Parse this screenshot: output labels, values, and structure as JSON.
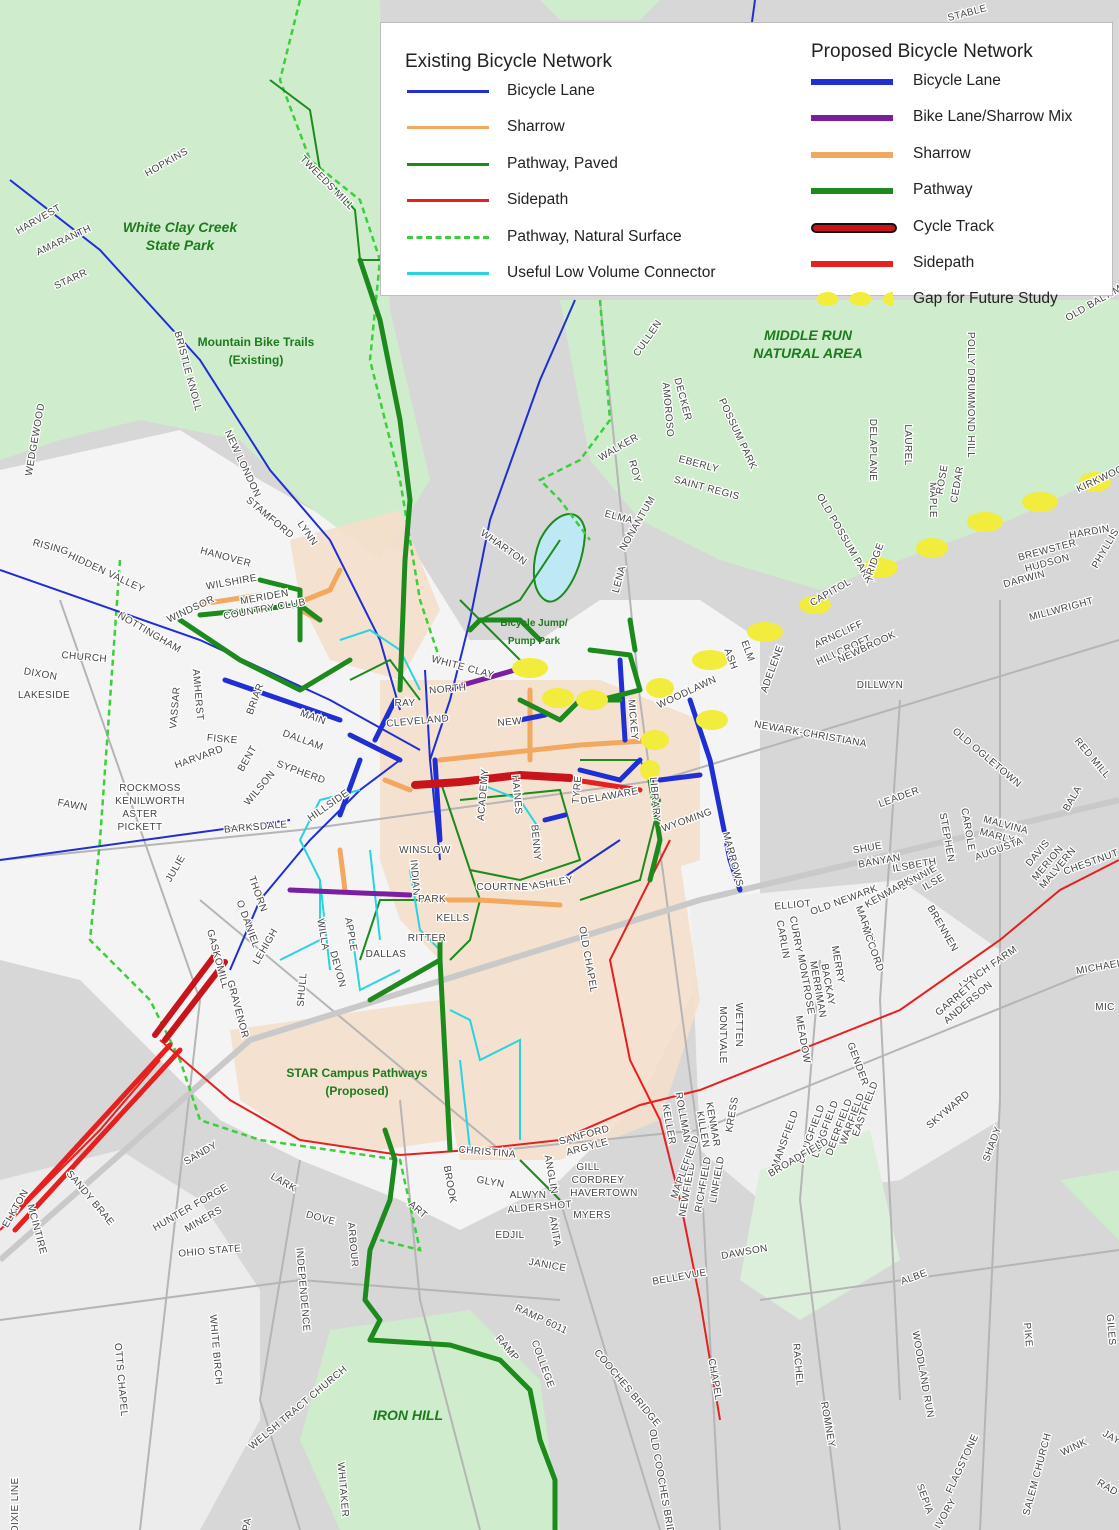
{
  "legend": {
    "existing_title": "Existing Bicycle Network",
    "proposed_title": "Proposed Bicycle Network",
    "existing": [
      {
        "label": "Bicycle Lane",
        "color": "#1f2fd1",
        "style": "thin"
      },
      {
        "label": "Sharrow",
        "color": "#f3a860",
        "style": "thin"
      },
      {
        "label": "Pathway, Paved",
        "color": "#1c8a1c",
        "style": "thin"
      },
      {
        "label": "Sidepath",
        "color": "#e52020",
        "style": "thin"
      },
      {
        "label": "Pathway, Natural Surface",
        "color": "#3ccf3c",
        "style": "dashed"
      },
      {
        "label": "Useful Low Volume Connector",
        "color": "#29d3e0",
        "style": "thin"
      }
    ],
    "proposed": [
      {
        "label": "Bicycle Lane",
        "color": "#1f2fd1",
        "style": "thick"
      },
      {
        "label": "Bike Lane/Sharrow Mix",
        "color": "#7a1fa0",
        "style": "thick"
      },
      {
        "label": "Sharrow",
        "color": "#f3a860",
        "style": "thick"
      },
      {
        "label": "Pathway",
        "color": "#1c8a1c",
        "style": "thick"
      },
      {
        "label": "Cycle Track",
        "color": "#c8141a",
        "style": "track"
      },
      {
        "label": "Sidepath",
        "color": "#e52020",
        "style": "thick"
      },
      {
        "label": "Gap for Future Study",
        "color": "#f2ec3c",
        "style": "dots"
      }
    ]
  },
  "areas": {
    "white_clay": "White Clay Creek\nState Park",
    "mtb": "Mountain Bike Trails\n(Existing)",
    "middle_run": "MIDDLE RUN\nNATURAL AREA",
    "bicycle_jump": "Bicycle Jump/\nPump Park",
    "star": "STAR Campus Pathways\n(Proposed)",
    "iron_hill": "IRON HILL"
  },
  "streets": [
    "HOPKINS",
    "HARVEST",
    "AMARANTH",
    "STARR",
    "TWEEDS MILL",
    "BRISTLE KNOLL",
    "NEW LONDON",
    "WEDGEWOOD",
    "STAMFORD",
    "LYNN",
    "RISING",
    "HIDDEN VALLEY",
    "HANOVER",
    "WILSHIRE",
    "MERIDEN",
    "COUNTRY CLUB",
    "WINDSOR",
    "NOTTINGHAM",
    "CHURCH",
    "DIXON",
    "LAKESIDE",
    "VASSAR",
    "AMHERST",
    "BRIAR",
    "MAIN",
    "DALLAM",
    "FISKE",
    "HARVARD",
    "BENT",
    "WILSON",
    "SYPHERD",
    "ROCKMOSS",
    "KENILWORTH",
    "ASTER",
    "PICKETT",
    "FAWN",
    "BARKSDALE",
    "JULIE",
    "HILLSIDE",
    "THORN",
    "O DANIEL",
    "LEHIGH",
    "GASKOMILL",
    "GRAVENOR",
    "WILLA",
    "APPLE",
    "DEVON",
    "SHULL",
    "RAY",
    "NORTH",
    "CLEVELAND",
    "WHITE CLAY",
    "NEW",
    "WINSLOW",
    "INDIAN",
    "PARK",
    "KELLS",
    "RITTER",
    "DALLAS",
    "ACADEMY",
    "HAINES",
    "BENNY",
    "TYRE",
    "DELAWARE",
    "LIBRARY",
    "COURTNEY",
    "ASHLEY",
    "WYOMING",
    "MARROWS",
    "OLD CHAPEL",
    "WHARTON",
    "CULLEN",
    "AMOROSO",
    "DECKER",
    "POSSUM PARK",
    "WALKER",
    "ROY",
    "ELMA",
    "NONANTUM",
    "LENA",
    "EBERLY",
    "SAINT REGIS",
    "OLD POSSUM PARK",
    "RIDGE",
    "CAPITOL",
    "DELAPLANE",
    "LAUREL",
    "MAPLE",
    "ROSE",
    "CEDAR",
    "POLLY DRUMMOND HILL",
    "BREWSTER",
    "HUDSON",
    "DARWIN",
    "HARDIN",
    "PHYLLIS",
    "KIRKWOOD",
    "MILLWRIGHT",
    "ASH",
    "ELM",
    "ADELENE",
    "WOODLAWN",
    "ARNCLIFF",
    "HILLCROFT",
    "NEWBROOK",
    "DILLWYN",
    "MICKEY",
    "NEWARK-CHRISTIANA",
    "OLD OGLETOWN",
    "RED MILL",
    "LEADER",
    "MALVINA",
    "MARLYN",
    "AUGUSTA",
    "DAVIS",
    "MERION",
    "MALVERN",
    "CAROLE",
    "STEPHEN",
    "SHUE",
    "BANYAN",
    "ILSBETH",
    "BONNIE",
    "ILSE",
    "BRENNEN",
    "KENMARK",
    "OLD NEWARK",
    "ELLIOT",
    "CURRY",
    "CARLIN",
    "MARTELL",
    "MCCORD",
    "MERRY",
    "BACKAY",
    "MERRIMAN",
    "MONTROSE",
    "MEADOW",
    "WETTEN",
    "MONTVALE",
    "LYNCH FARM",
    "GARRETT",
    "ANDERSON",
    "CHESTNUT",
    "GENDER",
    "EASTFIELD",
    "WARFIELD",
    "DEERFIELD",
    "LONGFIELD",
    "DOUGFIELD",
    "MANSFIELD",
    "BROADFIELD",
    "SKYWARD",
    "SHADY",
    "KRESS",
    "KENMAR",
    "KILLEN",
    "LINFIELD",
    "RICHFIELD",
    "NEWFIELD",
    "ROLLMAN",
    "KELLER",
    "MAPLEFIELD",
    "SANFORD",
    "ARGYLE",
    "GILL",
    "CORDREY",
    "HAVERTOWN",
    "MYERS",
    "CHRISTINA",
    "GLYN",
    "ALWYN",
    "ALDERSHOT",
    "EDJIL",
    "ANITA",
    "JANICE",
    "ANGLIN",
    "BROOK",
    "SANDY",
    "LARK",
    "ART",
    "DOVE",
    "ARBOUR",
    "HUNTER FORGE",
    "MINERS",
    "OHIO STATE",
    "SANDY BRAE",
    "ELKTON",
    "MCINTIRE",
    "INDEPENDENCE",
    "WHITE BIRCH",
    "OTTS CHAPEL",
    "WELSH TRACT CHURCH",
    "WHITAKER",
    "DIXIE LINE",
    "RAMP 6011",
    "RAMP",
    "COLLEGE",
    "COOCHES BRIDGE",
    "OLD COOCHES BRIDGE",
    "BELLEVUE",
    "CHAPEL",
    "DAWSON",
    "RACHEL",
    "ROMNEY",
    "WOODLAND RUN",
    "ALBE",
    "FLAGSTONE",
    "SEPIA",
    "IVORY",
    "PIKE",
    "SALEM CHURCH",
    "WINK",
    "GILES",
    "MICHAEL",
    "OLD BALTIMORE",
    "STABLE",
    "JAY",
    "RAD",
    "BALA",
    "MIC",
    "PA"
  ]
}
